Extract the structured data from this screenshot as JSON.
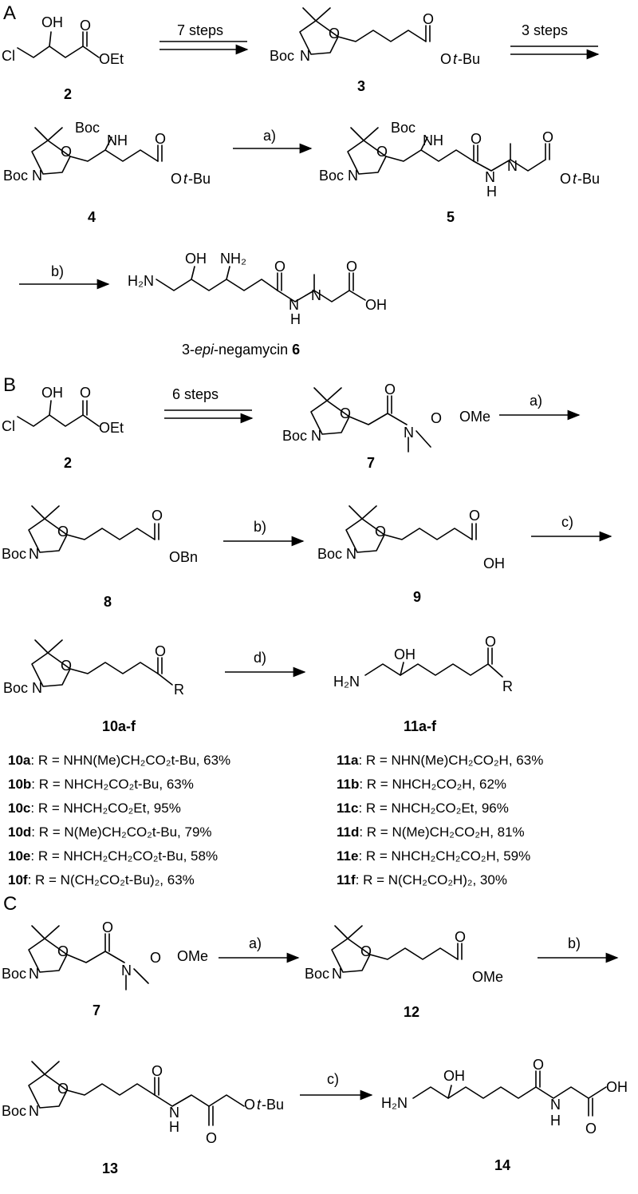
{
  "panels": [
    "A",
    "B",
    "C"
  ],
  "compounds": {
    "c2": "2",
    "c3": "3",
    "c4": "4",
    "c5": "5",
    "c6": "6",
    "c7": "7",
    "c8": "8",
    "c9": "9",
    "c10": "10a-f",
    "c11": "11a-f",
    "c12": "12",
    "c13": "13",
    "c14": "14",
    "c6_name_pre": "3-",
    "c6_name_epi": "epi",
    "c6_name_post": "-negamycin "
  },
  "conditions": {
    "A_steps1": "7 steps",
    "A_steps2": "3 steps",
    "A_a": "a)",
    "A_b": "b)",
    "B_steps": "6 steps",
    "B_a": "a)",
    "B_b": "b)",
    "B_c": "c)",
    "B_d": "d)",
    "C_a": "a)",
    "C_b": "b)",
    "C_c": "c)"
  },
  "atoms": {
    "OH": "OH",
    "O": "O",
    "Cl": "Cl",
    "OEt": "OEt",
    "Boc": "Boc",
    "N": "N",
    "NH": "NH",
    "H": "H",
    "OMe": "OMe",
    "OBn": "OBn",
    "R": "R",
    "H2N": "H₂N",
    "NH2": "NH₂",
    "Ot": "O",
    "tBu": "t",
    "Bu": "-Bu"
  },
  "rgroups_10": [
    {
      "id": "10a",
      "text": ": R = NHN(Me)CH₂CO₂t-Bu, 63%"
    },
    {
      "id": "10b",
      "text": ": R = NHCH₂CO₂t-Bu, 63%"
    },
    {
      "id": "10c",
      "text": ": R = NHCH₂CO₂Et, 95%"
    },
    {
      "id": "10d",
      "text": ": R = N(Me)CH₂CO₂t-Bu, 79%"
    },
    {
      "id": "10e",
      "text": ": R = NHCH₂CH₂CO₂t-Bu, 58%"
    },
    {
      "id": "10f",
      "text": ":  R = N(CH₂CO₂t-Bu)₂, 63%"
    }
  ],
  "rgroups_11": [
    {
      "id": "11a",
      "text": ": R = NHN(Me)CH₂CO₂H, 63%"
    },
    {
      "id": "11b",
      "text": ": R = NHCH₂CO₂H, 62%"
    },
    {
      "id": "11c",
      "text": ": R = NHCH₂CO₂Et, 96%"
    },
    {
      "id": "11d",
      "text": ": R = N(Me)CH₂CO₂H, 81%"
    },
    {
      "id": "11e",
      "text": ": R = NHCH₂CH₂CO₂H, 59%"
    },
    {
      "id": "11f",
      "text": ":  R = N(CH₂CO₂H)₂, 30%"
    }
  ]
}
